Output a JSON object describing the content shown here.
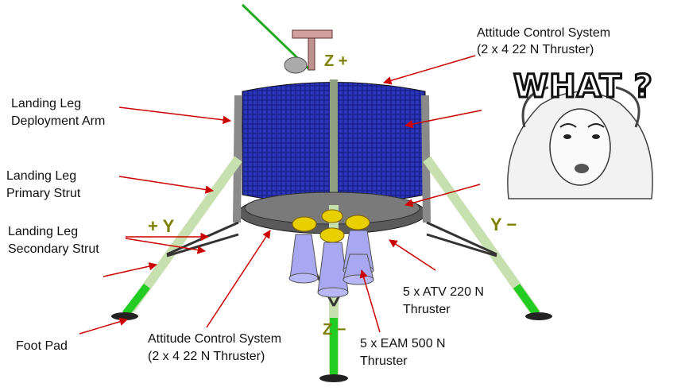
{
  "labels": {
    "acs_top_line1": "Attitude Control System",
    "acs_top_line2": "(2 x 4 22 N Thruster)",
    "deploy_arm_line1": "Landing Leg",
    "deploy_arm_line2": "Deployment Arm",
    "primary_strut_line1": "Landing Leg",
    "primary_strut_line2": "Primary Strut",
    "secondary_strut_line1": "Landing Leg",
    "secondary_strut_line2": "Secondary Strut",
    "foot_pad": "Foot Pad",
    "acs_bottom_line1": "Attitude Control System",
    "acs_bottom_line2": "(2 x 4 22 N Thruster)",
    "atv_line1": "5 x ATV 220 N",
    "atv_line2": "Thruster",
    "eam_line1": "5 x EAM 500 N",
    "eam_line2": "Thruster"
  },
  "axes": {
    "plus_y": "+ Y",
    "minus_y": "Y −",
    "plus_z": "Z +",
    "minus_z": "Z −"
  },
  "meme": {
    "text": "WHAT ?"
  },
  "colors": {
    "arrow": "#cc0000",
    "panel": "#1a1f8c",
    "strut": "#c8e0b0",
    "leg_green": "#22cc22",
    "nozzle": "#a8a8f0",
    "gold": "#e8d000"
  }
}
